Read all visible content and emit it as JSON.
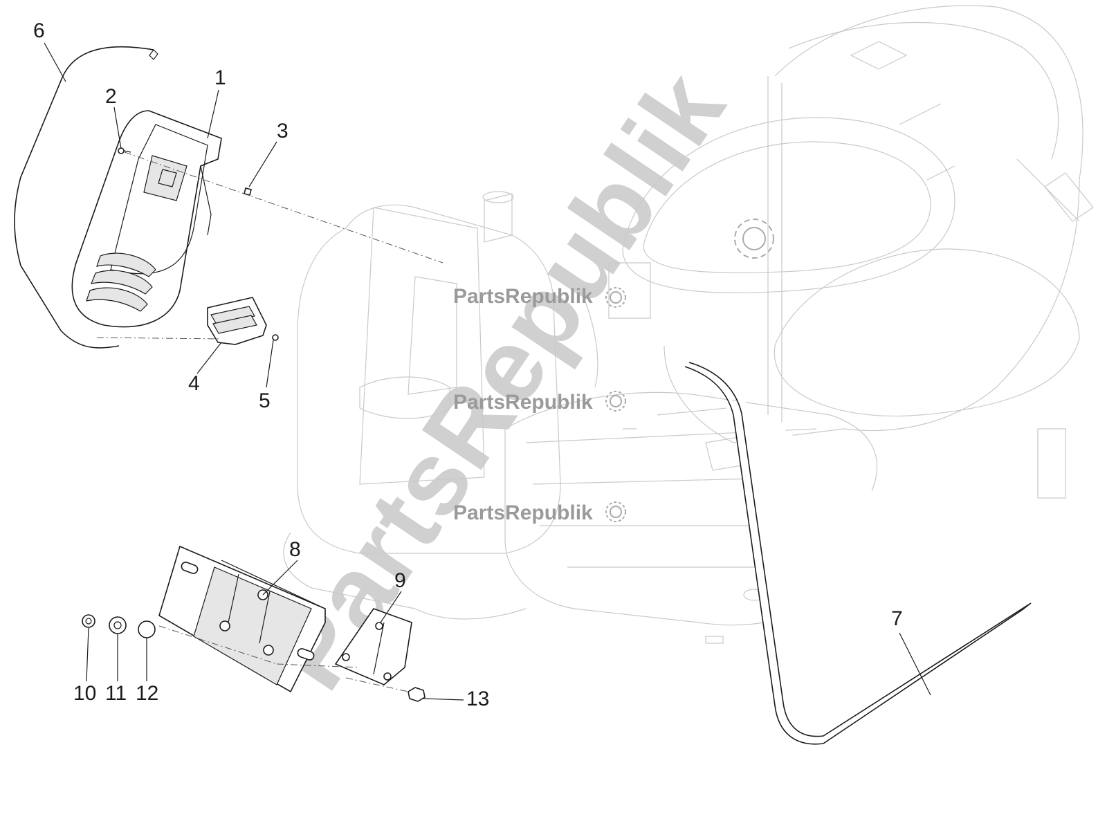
{
  "callouts": [
    "1",
    "2",
    "3",
    "4",
    "5",
    "6",
    "7",
    "8",
    "9",
    "10",
    "11",
    "12",
    "13"
  ],
  "watermark": {
    "big": "PartsRepublik",
    "small": [
      "PartsRepublik",
      "PartsRepublik",
      "PartsRepublik"
    ]
  },
  "colors": {
    "line": "#1a1a1a",
    "ghost": "#c9c9c9",
    "watermark": "#9a9a9a"
  }
}
